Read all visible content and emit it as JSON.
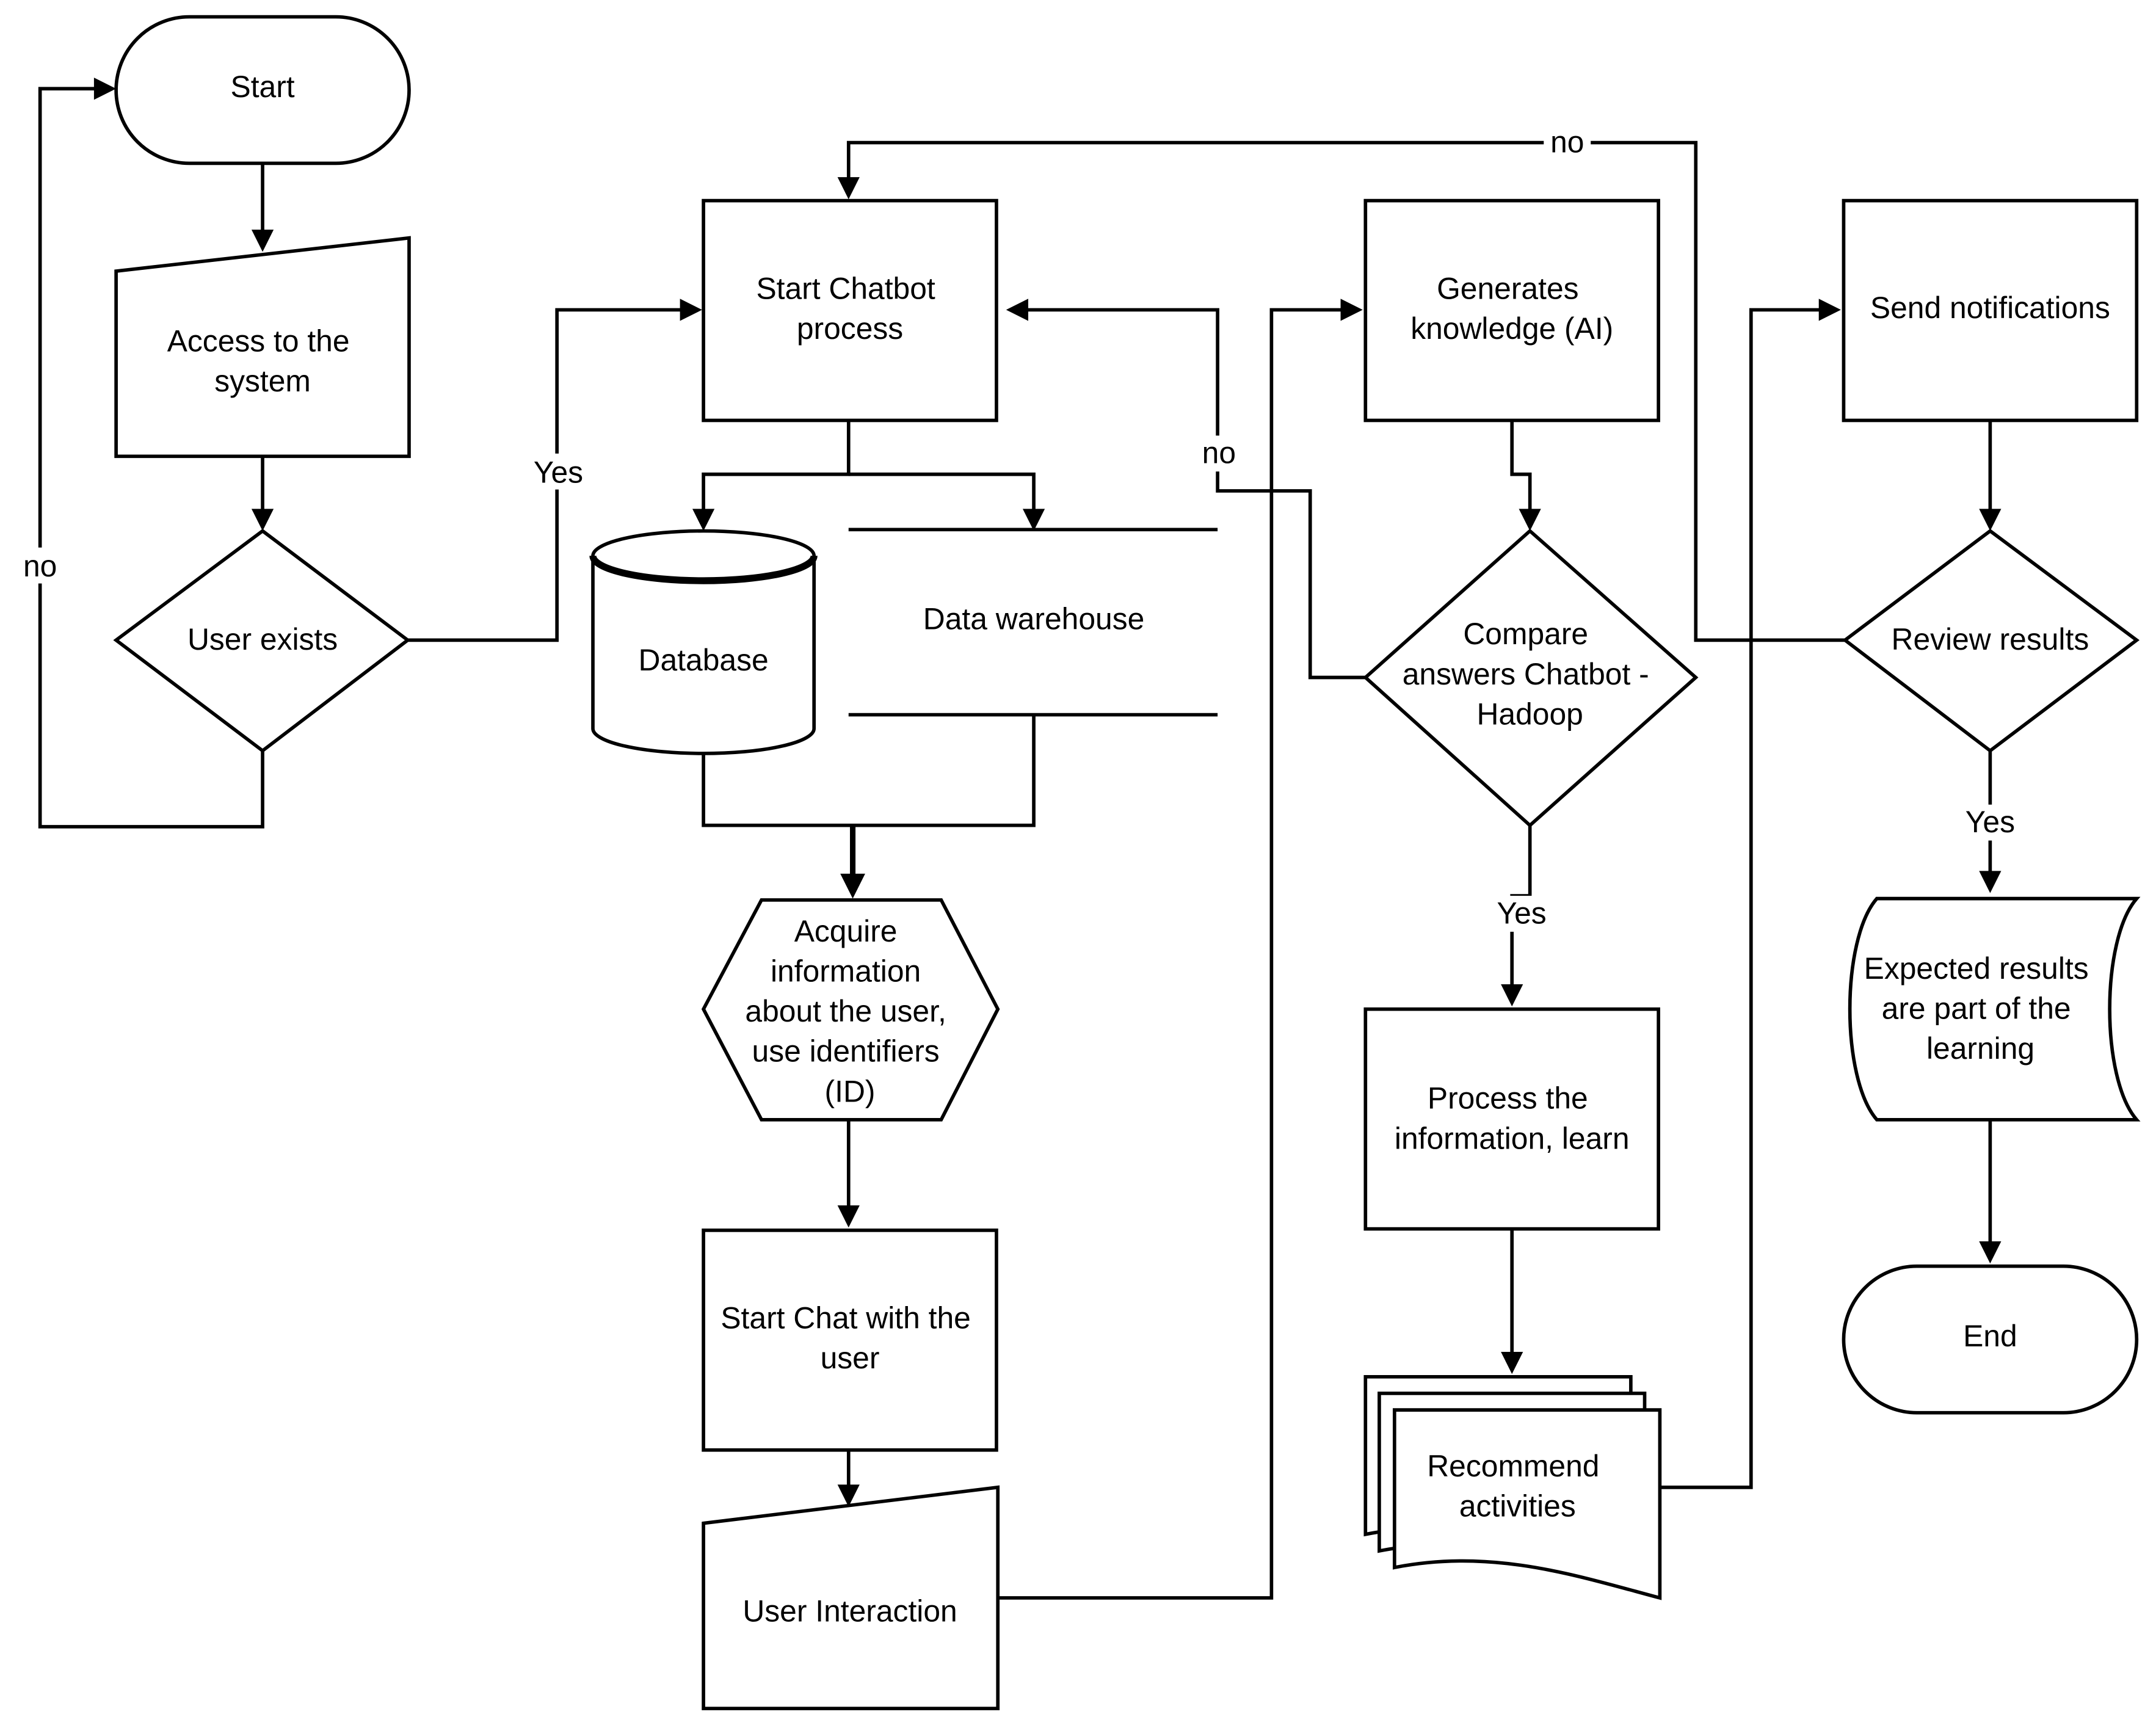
{
  "nodes": {
    "start": {
      "label": "Start"
    },
    "access": {
      "label": [
        "Access to the",
        "system"
      ]
    },
    "user_exists": {
      "label": "User exists"
    },
    "start_chatbot": {
      "label": [
        "Start Chatbot",
        "process"
      ]
    },
    "database": {
      "label": "Database"
    },
    "data_warehouse": {
      "label": "Data warehouse"
    },
    "acquire": {
      "label": [
        "Acquire",
        "information",
        "about the user,",
        "use identifiers",
        "(ID)"
      ]
    },
    "start_chat": {
      "label": [
        "Start Chat with the",
        "user"
      ]
    },
    "user_interaction": {
      "label": "User Interaction"
    },
    "generates": {
      "label": [
        "Generates",
        "knowledge (AI)"
      ]
    },
    "compare": {
      "label": [
        "Compare",
        "answers Chatbot -",
        "Hadoop"
      ]
    },
    "process_info": {
      "label": [
        "Process the",
        "information, learn"
      ]
    },
    "recommend": {
      "label": [
        "Recommend",
        "activities"
      ]
    },
    "send_notifications": {
      "label": "Send notifications"
    },
    "review_results": {
      "label": "Review results"
    },
    "expected_results": {
      "label": [
        "Expected results",
        "are part of the",
        "learning"
      ]
    },
    "end": {
      "label": "End"
    }
  },
  "edges": {
    "user_exists_no": "no",
    "user_exists_yes": "Yes",
    "review_no": "no",
    "compare_no": "no",
    "compare_yes": "Yes",
    "review_yes": "Yes"
  },
  "colors": {
    "stroke": "#000000",
    "fill": "#ffffff",
    "text": "#000000"
  }
}
